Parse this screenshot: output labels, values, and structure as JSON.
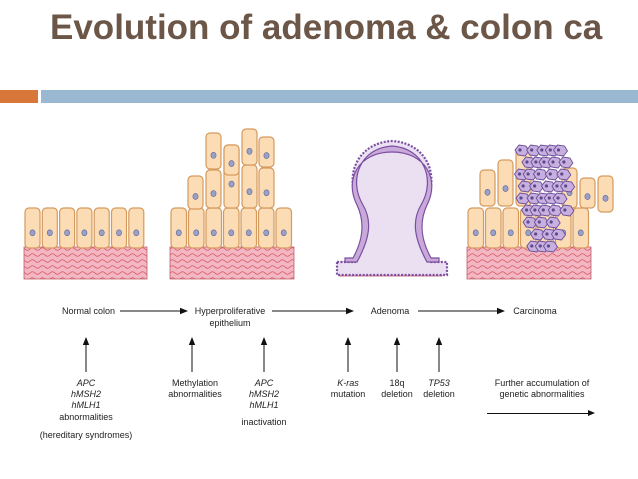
{
  "title": "Evolution of adenoma & colon ca",
  "colors": {
    "title": "#6b5647",
    "accent_orange": "#d9763a",
    "accent_blue": "#9ab8d1",
    "cell_fill": "#fbdcb5",
    "cell_stroke": "#d59a5e",
    "nucleus": "#9aa1c8",
    "stroma": "#f2b7c2",
    "stroma_line": "#d8525f",
    "adenoma_fill": "#c8a9d9",
    "adenoma_stroke": "#7b4fa0",
    "carcinoma_cell": "#c7b0df"
  },
  "stages": {
    "normal": "Normal colon",
    "hyper_1": "Hyperproliferative",
    "hyper_2": "epithelium",
    "adenoma": "Adenoma",
    "carcinoma": "Carcinoma"
  },
  "events": {
    "e1": [
      "APC",
      "hMSH2",
      "hMLH1",
      "abnormalities",
      "(hereditary syndromes)"
    ],
    "e2": [
      "Methylation",
      "abnormalities"
    ],
    "e3": [
      "APC",
      "hMSH2",
      "hMLH1",
      "inactivation"
    ],
    "e4": [
      "K-ras",
      "mutation"
    ],
    "e5": [
      "18q",
      "deletion"
    ],
    "e6": [
      "TP53",
      "deletion"
    ],
    "e7": [
      "Further accumulation of",
      "genetic abnormalities"
    ]
  }
}
